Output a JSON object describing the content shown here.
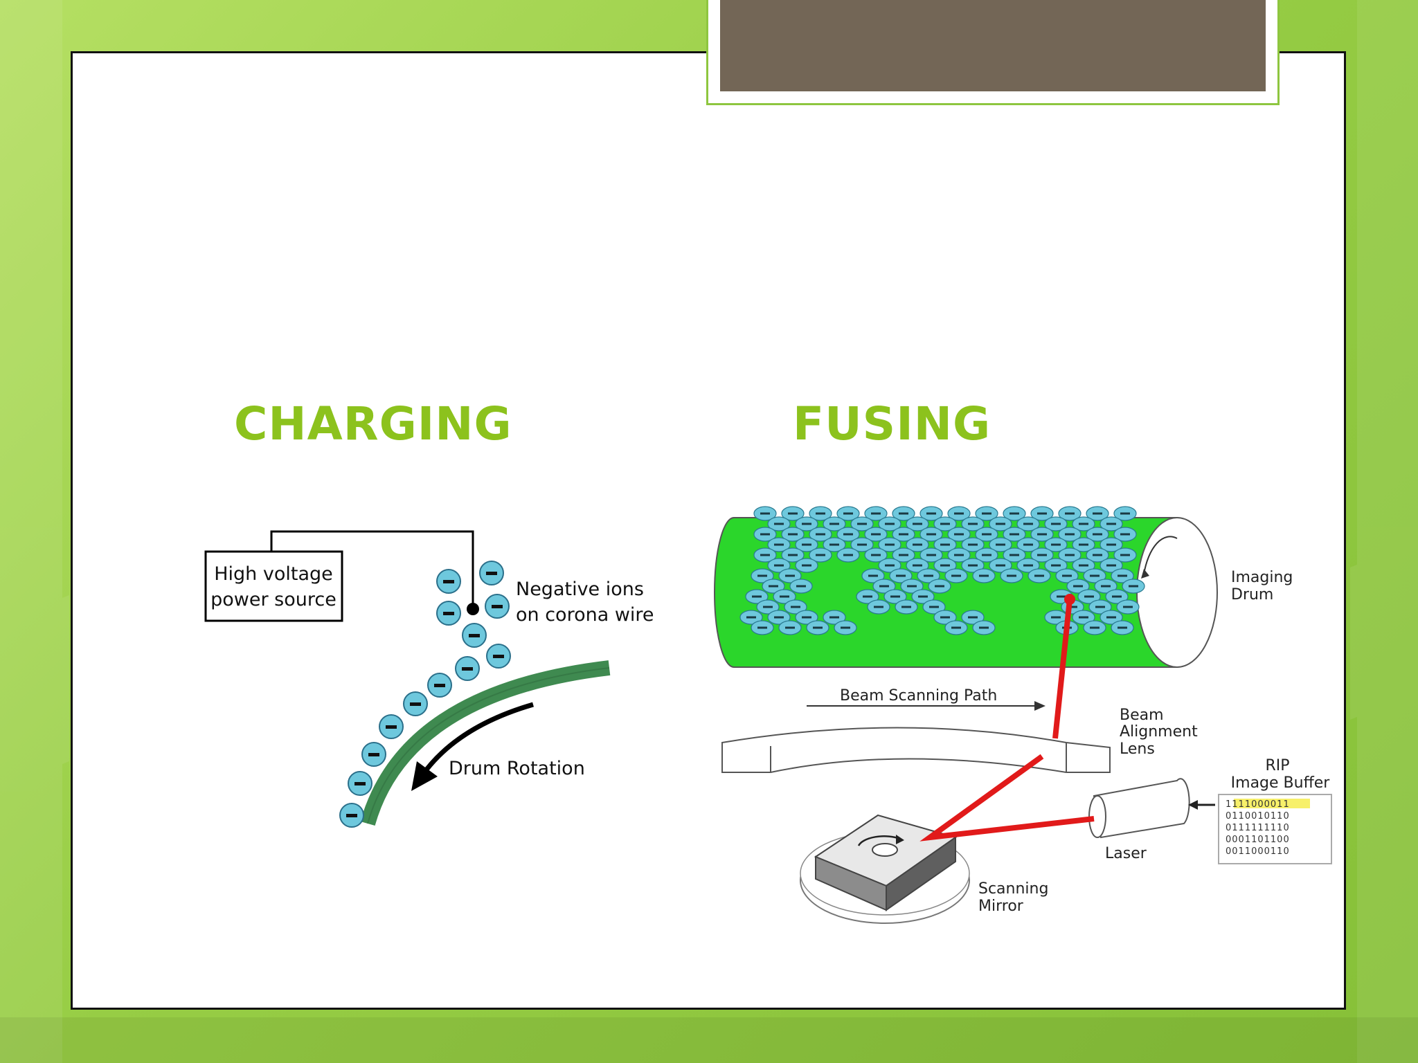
{
  "headings": {
    "left": "CHARGING",
    "right": "FUSING"
  },
  "charging_diagram": {
    "power_source_line1": "High voltage",
    "power_source_line2": "power source",
    "ions_line1": "Negative ions",
    "ions_line2": "on corona wire",
    "rotation_label": "Drum Rotation",
    "ion_symbol": "−"
  },
  "fusing_diagram": {
    "drum_line1": "Imaging",
    "drum_line2": "Drum",
    "beam_path_label": "Beam Scanning Path",
    "lens_line1": "Beam",
    "lens_line2": "Alignment",
    "lens_line3": "Lens",
    "rip_line1": "RIP",
    "rip_line2": "Image Buffer",
    "laser_label": "Laser",
    "mirror_line1": "Scanning",
    "mirror_line2": "Mirror",
    "buffer_rows": [
      "1111000011",
      "0110010110",
      "0111111110",
      "0001101100",
      "0011000110"
    ]
  },
  "colors": {
    "heading": "#8cc21d",
    "title_fill": "#736656",
    "drum_green": "#2bd62b",
    "ion_blue": "#6ec8dd",
    "laser_red": "#e11a1a",
    "charging_drum": "#3f8a50"
  }
}
